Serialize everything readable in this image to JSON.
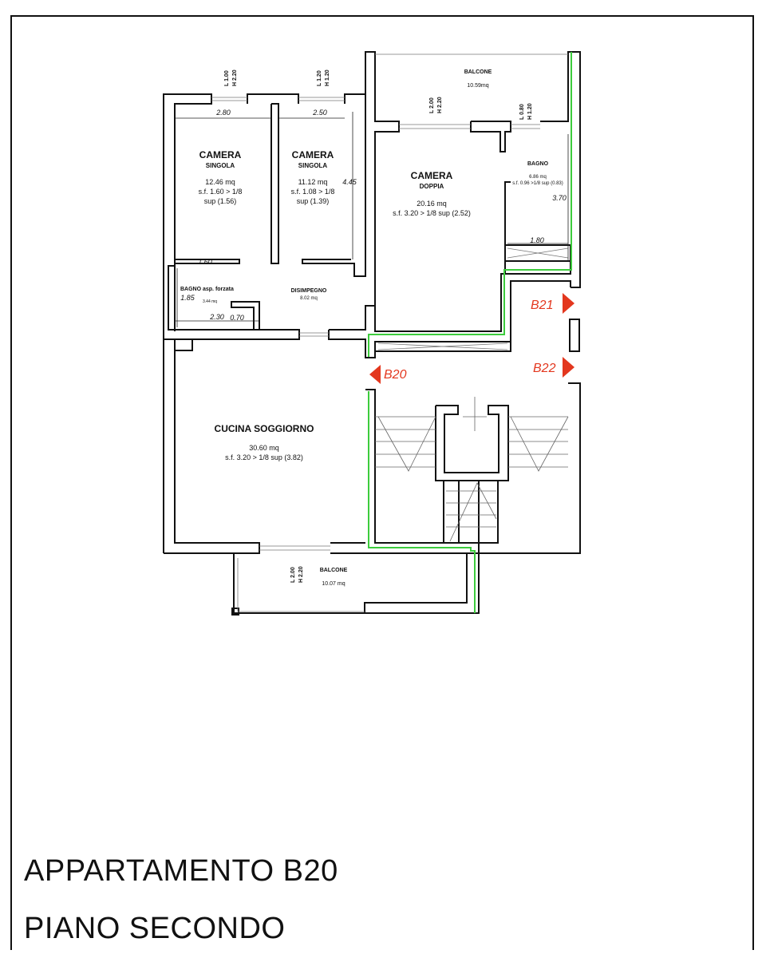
{
  "titles": {
    "line1": "APPARTAMENTO B20",
    "line2": "PIANO SECONDO"
  },
  "rooms": {
    "camera_singola_1": {
      "name": "CAMERA",
      "sub": "SINGOLA",
      "area": "12.46 mq",
      "sf": "s.f. 1.60 > 1/8",
      "sup": "sup (1.56)"
    },
    "camera_singola_2": {
      "name": "CAMERA",
      "sub": "SINGOLA",
      "area": "11.12 mq",
      "sf": "s.f. 1.08 > 1/8",
      "sup": "sup (1.39)"
    },
    "camera_doppia": {
      "name": "CAMERA",
      "sub": "DOPPIA",
      "area": "20.16 mq",
      "sf": "s.f. 3.20 > 1/8 sup (2.52)"
    },
    "bagno": {
      "name": "BAGNO",
      "area": "6.86 mq",
      "sf": "s.f. 0.96 >1/8 sup (0.83)"
    },
    "bagno_asp": {
      "name": "BAGNO asp. forzata",
      "area": "3.44 mq"
    },
    "disimpegno": {
      "name": "DISIMPEGNO",
      "area": "8.02 mq"
    },
    "cucina": {
      "name": "CUCINA SOGGIORNO",
      "area": "30.60 mq",
      "sf": "s.f. 3.20 > 1/8 sup (3.82)"
    },
    "balcone_top": {
      "name": "BALCONE",
      "area": "10.59mq"
    },
    "balcone_bottom": {
      "name": "BALCONE",
      "area": "10.07 mq"
    }
  },
  "dimensions": {
    "w1": "2.80",
    "w2": "2.50",
    "h1": "4.45",
    "bagno_w": "1.80",
    "bagno_h": "3.70",
    "asp_w": "1.60",
    "asp_h": "1.85",
    "asp_d1": "2.30",
    "asp_d2": "0.70"
  },
  "windows": {
    "w_cam1": {
      "l": "L 1.00",
      "h": "H 2.20"
    },
    "w_cam2": {
      "l": "L 1.20",
      "h": "H 1.20"
    },
    "w_doppia": {
      "l": "L 2.00",
      "h": "H 2.20"
    },
    "w_bagno": {
      "l": "L 0.80",
      "h": "H 1.20"
    },
    "w_cucina": {
      "l": "L 2.00",
      "h": "H 2.20"
    }
  },
  "markers": {
    "b20": "B20",
    "b21": "B21",
    "b22": "B22"
  },
  "colors": {
    "wall": "#111111",
    "green_boundary": "#3dcc3d",
    "marker_red": "#e3371e"
  }
}
